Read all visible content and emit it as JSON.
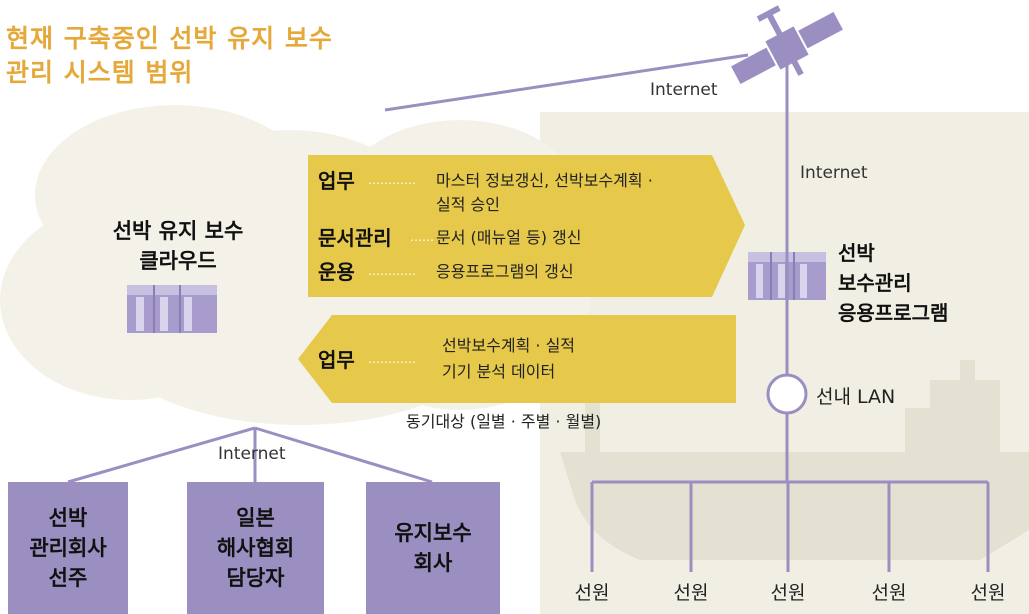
{
  "title": {
    "line1": "현재 구축중인 선박 유지 보수",
    "line2": "관리 시스템 범위"
  },
  "cloud": {
    "line1": "선박 유지 보수",
    "line2": "클라우드"
  },
  "internet": {
    "top": "Internet",
    "mast": "Internet",
    "bottom": "Internet"
  },
  "upper_arrow": {
    "rows": [
      {
        "key": "업무",
        "dots": "…………",
        "text1": "마스터 정보갱신, 선박보수계획 ·",
        "text2": "실적 승인"
      },
      {
        "key": "문서관리",
        "dots": "……",
        "text1": "문서 (매뉴얼 등) 갱신"
      },
      {
        "key": "운용",
        "dots": "…………",
        "text1": "응용프로그램의 갱신"
      }
    ]
  },
  "lower_arrow": {
    "key": "업무",
    "dots": "…………",
    "text1": "선박보수계획 · 실적",
    "text2": "기기 분석 데이터"
  },
  "sync_label": "동기대상 (일별 · 주별 · 월별)",
  "ship_app": {
    "line1": "선박",
    "line2": "보수관리",
    "line3": "응용프로그램"
  },
  "lan_label": "선내 LAN",
  "orgs": [
    {
      "line1": "선박",
      "line2": "관리회사",
      "line3": "선주"
    },
    {
      "line1": "일본",
      "line2": "해사협회",
      "line3": "담당자"
    },
    {
      "line1": "유지보수",
      "line2": "회사"
    }
  ],
  "crew": [
    "선원",
    "선원",
    "선원",
    "선원",
    "선원"
  ],
  "colors": {
    "title": "#e4a93a",
    "arrow": "#e6c84a",
    "line": "#9a8fc0",
    "cloud": "#f3f0e7",
    "ship_bg": "#f0eee3",
    "ship": "#e4e2d4"
  }
}
